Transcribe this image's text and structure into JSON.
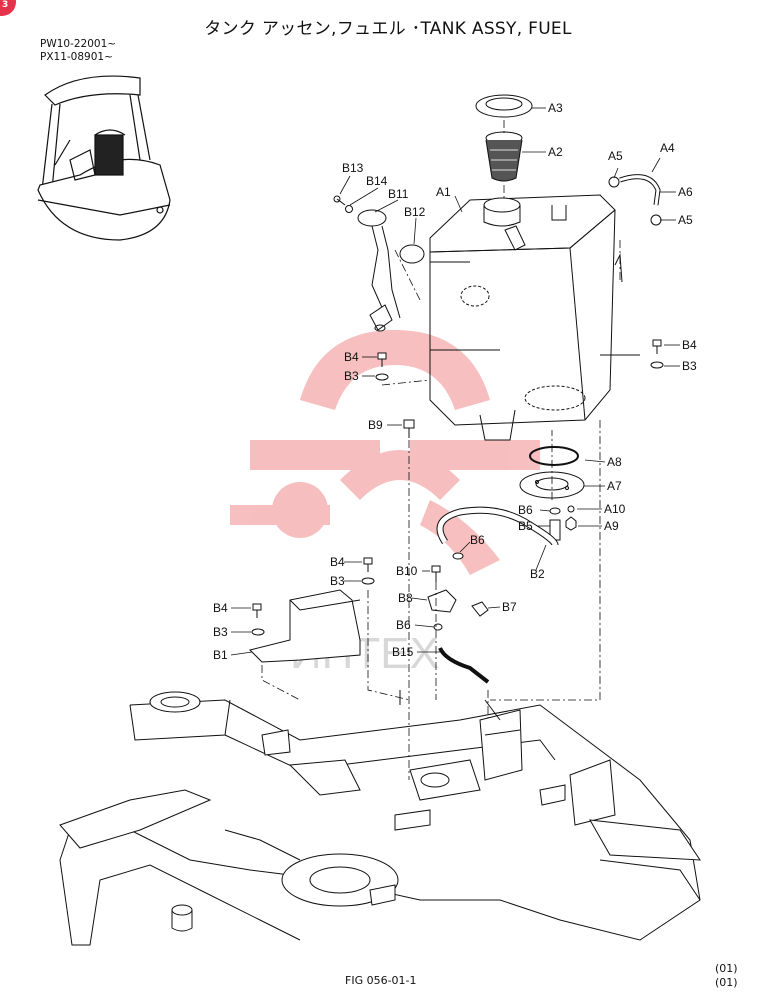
{
  "title": "タンク アッセン,フュエル ･TANK ASSY, FUEL",
  "serials": [
    "PW10-22001~",
    "PX11-08901~"
  ],
  "figure": "FIG  056-01-1",
  "revision": [
    "(01)",
    "(01)"
  ],
  "badge": "3",
  "watermark": "ИНТЕХ",
  "labels": {
    "A1": "A1",
    "A2": "A2",
    "A3": "A3",
    "A4": "A4",
    "A5a": "A5",
    "A5b": "A5",
    "A6": "A6",
    "A7": "A7",
    "A8": "A8",
    "A9": "A9",
    "A10": "A10",
    "B1": "B1",
    "B2": "B2",
    "B3a": "B3",
    "B3b": "B3",
    "B3c": "B3",
    "B3d": "B3",
    "B4a": "B4",
    "B4b": "B4",
    "B4c": "B4",
    "B4d": "B4",
    "B5": "B5",
    "B6a": "B6",
    "B6b": "B6",
    "B6c": "B6",
    "B7": "B7",
    "B8": "B8",
    "B9": "B9",
    "B10": "B10",
    "B11": "B11",
    "B12": "B12",
    "B13": "B13",
    "B14": "B14",
    "B15": "B15"
  },
  "colors": {
    "watermark": "#f08a8a",
    "badge": "#e5334b",
    "line": "#111111"
  }
}
